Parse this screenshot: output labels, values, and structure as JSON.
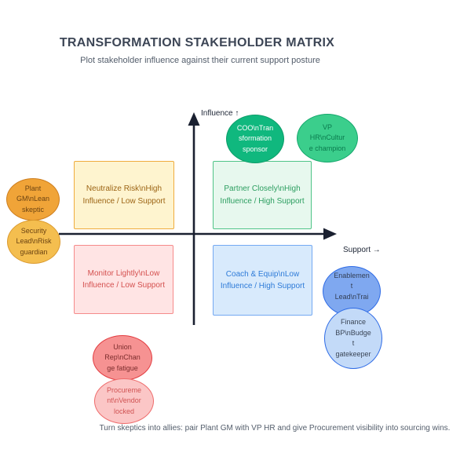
{
  "header": {
    "title": "TRANSFORMATION STAKEHOLDER MATRIX",
    "subtitle": "Plot stakeholder influence against their current support posture"
  },
  "axes": {
    "influence_label": "Influence ↑",
    "support_label": "Support →",
    "line_color": "#1A2030"
  },
  "quadrants": [
    {
      "id": "neutralize-risk",
      "label": "Neutralize Risk\\nHigh\nInfluence / Low Support",
      "fill": "#FEF4CF",
      "border": "#EFAC3E",
      "text_color": "#9C6414"
    },
    {
      "id": "partner-closely",
      "label": "Partner Closely\\nHigh\nInfluence / High Support",
      "fill": "#E7F8EE",
      "border": "#4FC487",
      "text_color": "#2C9E60"
    },
    {
      "id": "monitor-lightly",
      "label": "Monitor Lightly\\nLow\nInfluence / Low Support",
      "fill": "#FFE4E4",
      "border": "#F58A8A",
      "text_color": "#D4504F"
    },
    {
      "id": "coach-equip",
      "label": "Coach & Equip\\nLow\nInfluence / High Support",
      "fill": "#D8EAFC",
      "border": "#74A9F2",
      "text_color": "#2E7BD8"
    }
  ],
  "stakeholders": [
    {
      "id": "coo",
      "label": "COO\\nTran\nsformation\nsponsor",
      "fill": "#10B87E",
      "border": "#0B9C68",
      "text_color": "#FFFFFF"
    },
    {
      "id": "vp-hr",
      "label": "VP\nHR\\nCultur\ne champion",
      "fill": "#3BCE8C",
      "border": "#14A76C",
      "text_color": "#0A7B4E"
    },
    {
      "id": "plant-gm",
      "label": "Plant\nGM\\nLean\nskeptic",
      "fill": "#F0A438",
      "border": "#CE7E1E",
      "text_color": "#6B4312"
    },
    {
      "id": "security-lead",
      "label": "Security\nLead\\nRisk\nguardian",
      "fill": "#F4BE4F",
      "border": "#DB9A2E",
      "text_color": "#6B4312"
    },
    {
      "id": "union-rep",
      "label": "Union\nRep\\nChan\nge fatigue",
      "fill": "#F69292",
      "border": "#E23B3F",
      "text_color": "#7C2D2D"
    },
    {
      "id": "procurement",
      "label": "Procureme\nnt\\nVendor\nlocked",
      "fill": "#FBC6C6",
      "border": "#EE6B6B",
      "text_color": "#D05353"
    },
    {
      "id": "enablement-lead",
      "label": "Enablemen\nt\nLead\\nTrai",
      "fill": "#7FA8F0",
      "border": "#2E6BE6",
      "text_color": "#333F55"
    },
    {
      "id": "finance-bp",
      "label": "Finance\nBP\\nBudge\nt\ngatekeeper",
      "fill": "#C3DAF8",
      "border": "#2E6BE6",
      "text_color": "#3A4556"
    }
  ],
  "footer": {
    "note": "Turn skeptics into allies: pair Plant GM with VP HR and give Procurement visibility into sourcing wins."
  }
}
